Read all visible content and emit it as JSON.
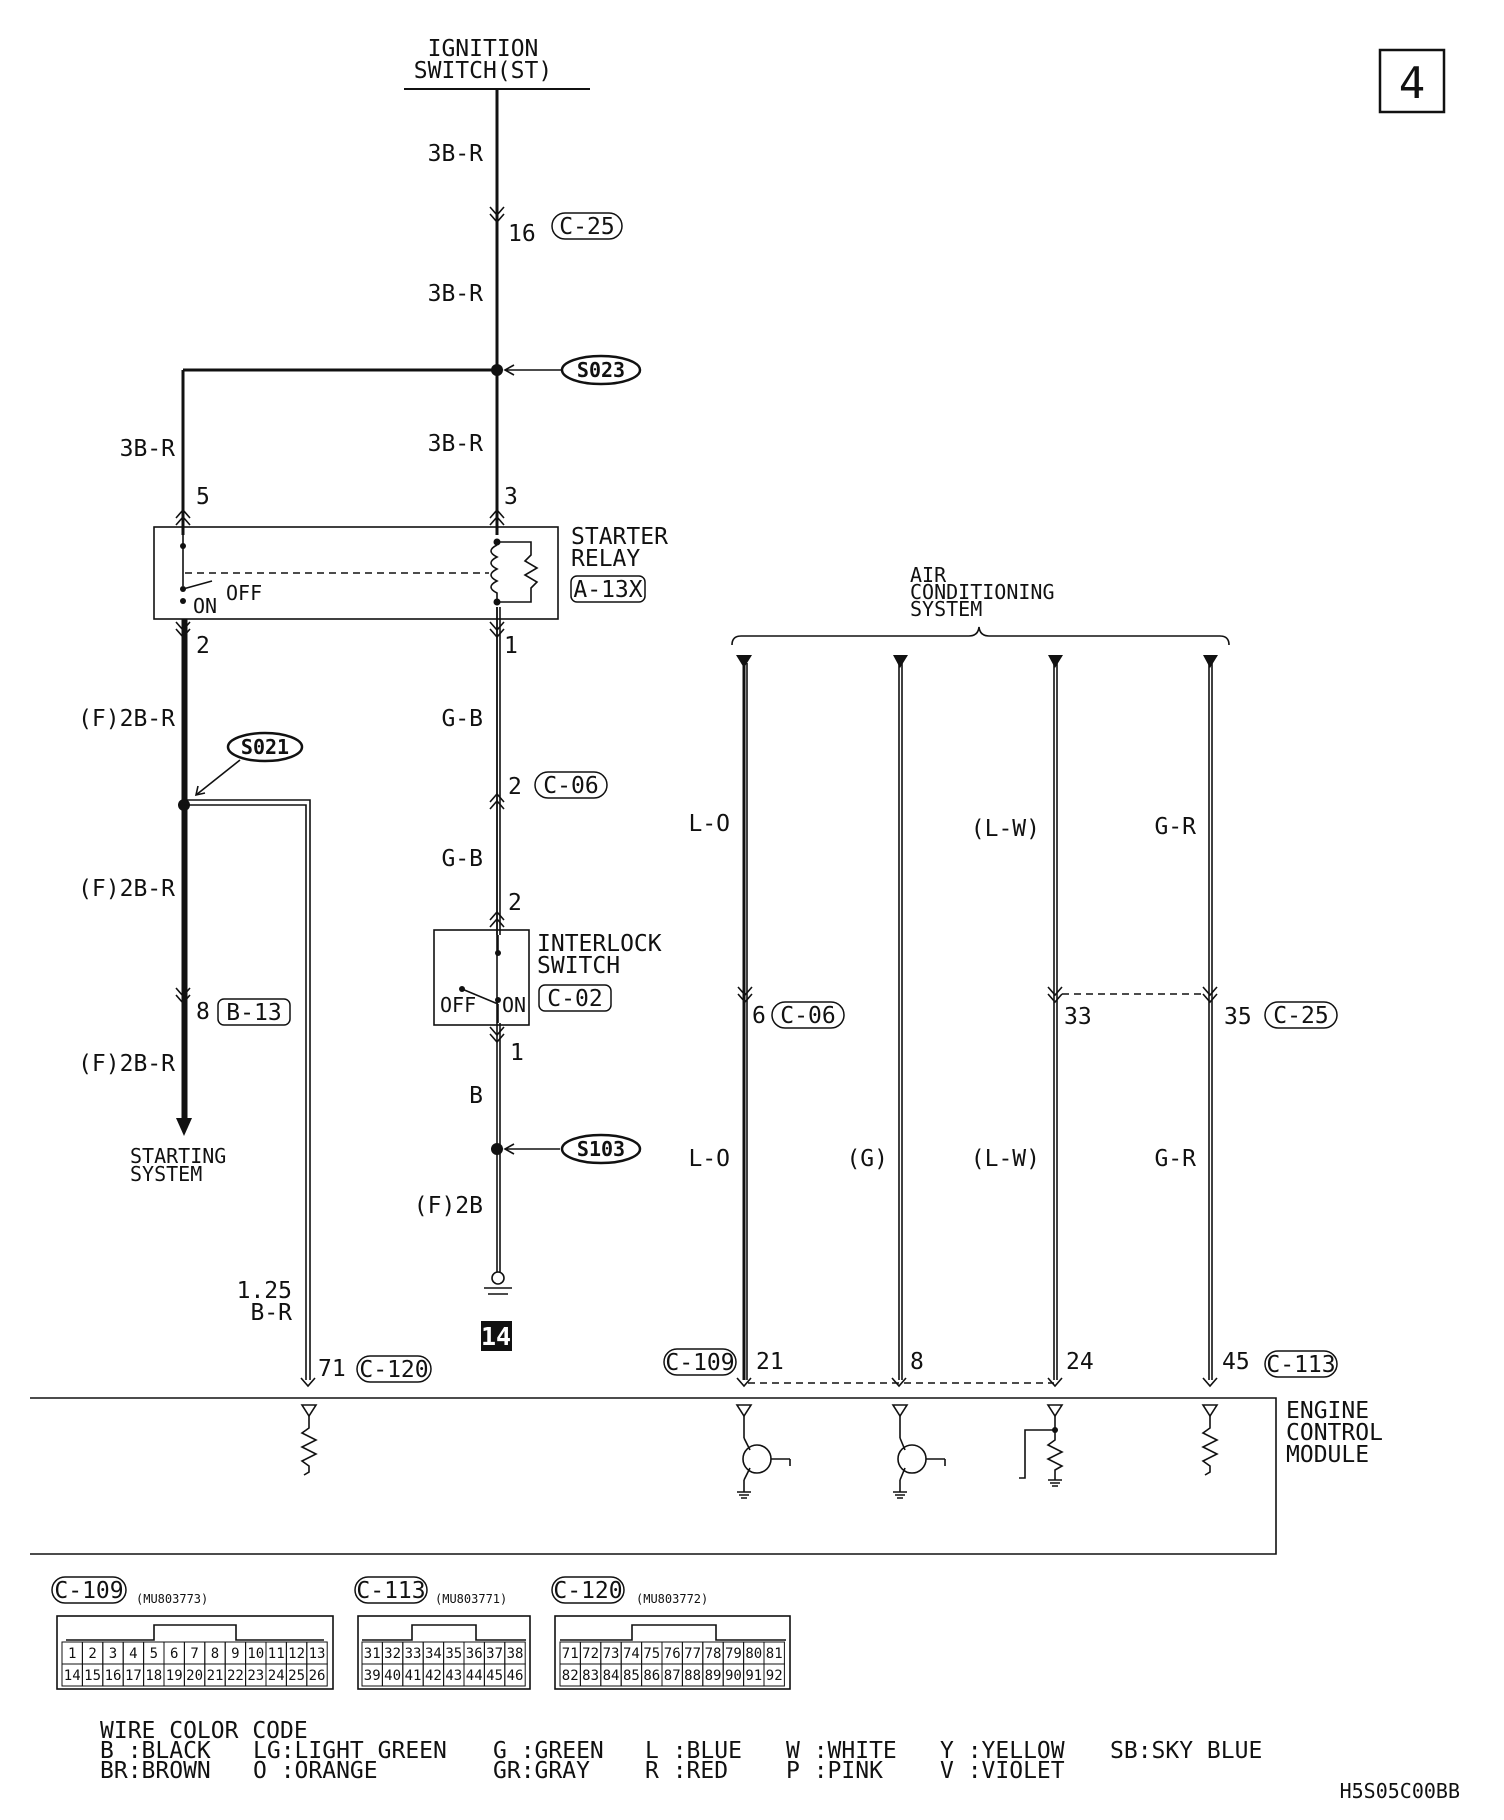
{
  "page_number": "4",
  "code": "H5S05C00BB",
  "ignition_switch": {
    "line1": "IGNITION",
    "line2": "SWITCH(ST)"
  },
  "starter_relay": {
    "line1": "STARTER",
    "line2": "RELAY",
    "connector": "A-13X",
    "off": "OFF",
    "on": "ON"
  },
  "interlock_switch": {
    "line1": "INTERLOCK",
    "line2": "SWITCH",
    "connector": "C-02",
    "off": "OFF",
    "on": "ON"
  },
  "ac_system": {
    "line1": "AIR",
    "line2": "CONDITIONING",
    "line3": "SYSTEM"
  },
  "ecm": {
    "line1": "ENGINE",
    "line2": "CONTROL",
    "line3": "MODULE"
  },
  "starting_system": {
    "line1": "STARTING",
    "line2": "SYSTEM"
  },
  "splices": [
    "S023",
    "S021",
    "S103"
  ],
  "ground_id": "14",
  "wire_labels": {
    "w1": "3B-R",
    "w2": "3B-R",
    "w3": "3B-R",
    "w4": "3B-R",
    "w5": "G-B",
    "w6": "G-B",
    "w7": "B",
    "w8": "(F)2B",
    "w9": "(F)2B-R",
    "w10": "(F)2B-R",
    "w11": "(F)2B-R",
    "w12a": "1.25",
    "w12b": "B-R",
    "ac1_top": "L-O",
    "ac1_bot": "L-O",
    "ac2_bot": "(G)",
    "ac3_top": "(L-W)",
    "ac3_bot": "(L-W)",
    "ac4_top": "G-R",
    "ac4_bot": "G-R"
  },
  "connectors": {
    "c25": "C-25",
    "c06": "C-06",
    "b13": "B-13",
    "c120": "C-120",
    "c109": "C-109",
    "c113": "C-113"
  },
  "pins": {
    "p16": "16",
    "p5": "5",
    "p3": "3",
    "p2a": "2",
    "p1a": "1",
    "p2b": "2",
    "p2c": "2",
    "p1b": "1",
    "p8a": "8",
    "p71": "71",
    "p6": "6",
    "p33": "33",
    "p35": "35",
    "p21": "21",
    "p8b": "8",
    "p24": "24",
    "p45": "45"
  },
  "connector_views": [
    {
      "name": "C-109",
      "part": "(MU803773)",
      "top": [
        "1",
        "2",
        "3",
        "4",
        "5",
        "6",
        "7",
        "8",
        "9",
        "10",
        "11",
        "12",
        "13"
      ],
      "bottom": [
        "14",
        "15",
        "16",
        "17",
        "18",
        "19",
        "20",
        "21",
        "22",
        "23",
        "24",
        "25",
        "26"
      ]
    },
    {
      "name": "C-113",
      "part": "(MU803771)",
      "top": [
        "31",
        "32",
        "33",
        "34",
        "35",
        "36",
        "37",
        "38"
      ],
      "bottom": [
        "39",
        "40",
        "41",
        "42",
        "43",
        "44",
        "45",
        "46"
      ]
    },
    {
      "name": "C-120",
      "part": "(MU803772)",
      "top": [
        "71",
        "72",
        "73",
        "74",
        "75",
        "76",
        "77",
        "78",
        "79",
        "80",
        "81"
      ],
      "bottom": [
        "82",
        "83",
        "84",
        "85",
        "86",
        "87",
        "88",
        "89",
        "90",
        "91",
        "92"
      ]
    }
  ],
  "wire_color_code": {
    "title": "WIRE COLOR CODE",
    "row1": [
      "B :BLACK",
      "LG:LIGHT GREEN",
      "G :GREEN",
      "L :BLUE",
      "W :WHITE",
      "Y :YELLOW",
      "SB:SKY BLUE"
    ],
    "row2": [
      "BR:BROWN",
      "O :ORANGE",
      "GR:GRAY",
      "R :RED",
      "P :PINK",
      "V :VIOLET"
    ]
  }
}
